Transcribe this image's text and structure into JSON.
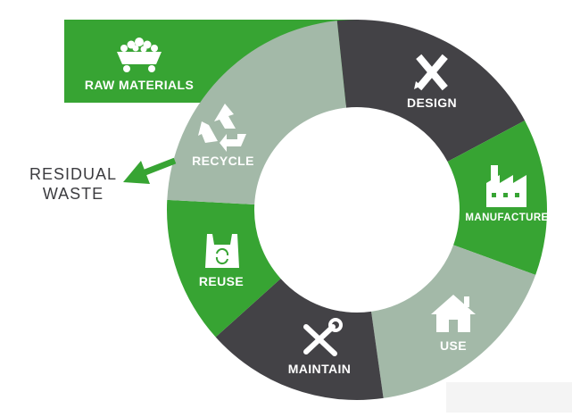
{
  "diagram": {
    "raw_materials": "RAW MATERIALS",
    "residual_waste_line1": "RESIDUAL",
    "residual_waste_line2": "WASTE",
    "segments": [
      {
        "id": "design",
        "label": "DESIGN",
        "color": "#434246",
        "icon": "pencil-ruler-icon"
      },
      {
        "id": "manufacture",
        "label": "MANUFACTURE",
        "color": "#37a433",
        "icon": "factory-icon"
      },
      {
        "id": "use",
        "label": "USE",
        "color": "#a3b9a8",
        "icon": "house-icon"
      },
      {
        "id": "maintain",
        "label": "MAINTAIN",
        "color": "#434246",
        "icon": "wrench-screwdriver-icon"
      },
      {
        "id": "reuse",
        "label": "REUSE",
        "color": "#37a433",
        "icon": "bag-icon"
      },
      {
        "id": "recycle",
        "label": "RECYCLE",
        "color": "#a3b9a8",
        "icon": "recycle-icon"
      }
    ],
    "colors": {
      "green": "#37a433",
      "dark": "#434246",
      "sage": "#a3b9a8",
      "text_dark": "#3b3b3f"
    }
  }
}
